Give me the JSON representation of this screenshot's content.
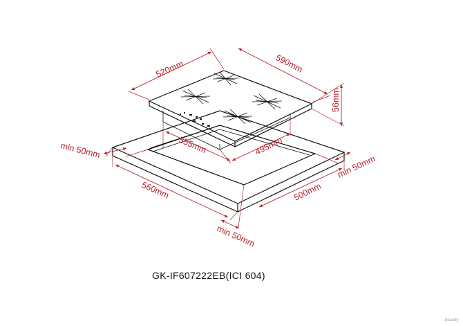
{
  "dimensions": {
    "width_top": "520mm",
    "depth_top": "590mm",
    "height": "56mm",
    "cutout_width": "555mm",
    "cutout_depth": "495mm",
    "min_left": "min 50mm",
    "min_right": "min 50mm",
    "min_front": "min 50mm",
    "counter_width": "560mm",
    "counter_depth": "500mm"
  },
  "model_label": "GK-IF607222EB(ICI 604)",
  "watermark": "deal.by",
  "colors": {
    "dimension": "#b8202a",
    "line": "#111111"
  }
}
